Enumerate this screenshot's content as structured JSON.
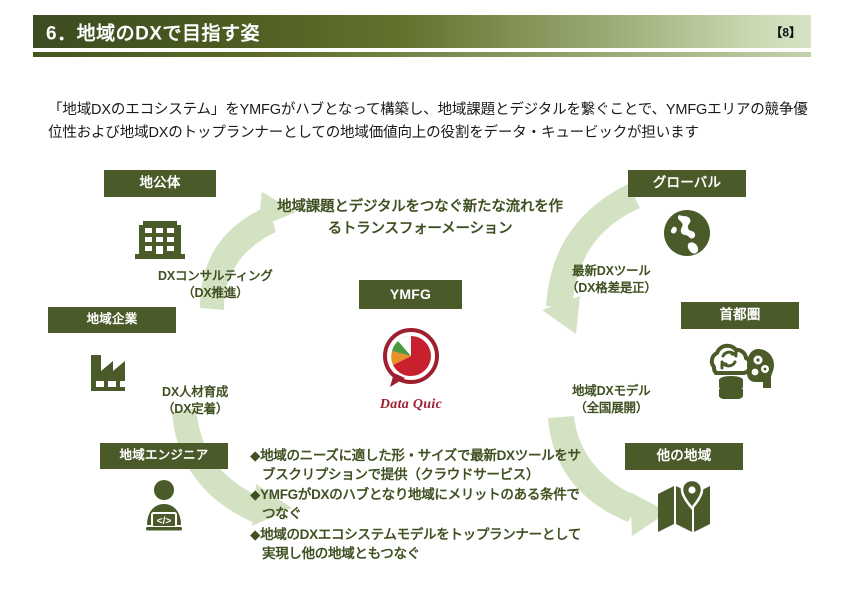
{
  "header": {
    "title": "6．地域のDXで目指す姿",
    "page_number": "【8】",
    "gradient_start": "#3d4c22",
    "gradient_end": "#d7e3c4"
  },
  "intro": {
    "text": "「地域DXのエコシステム」をYMFGがハブとなって構築し、地域課題とデジタルを繋ぐことで、YMFGエリアの競争優位性および地域DXのトップランナーとしての地域価値向上の役割をデータ・キュービックが担います"
  },
  "diagram": {
    "center_headline": "地域課題とデジタルをつなぐ新たな流れを作るトランスフォーメーション",
    "center": {
      "label": "YMFG",
      "logo_text": "Data Quic",
      "logo_color": "#9e1f2f"
    },
    "node_color": "#4a5a28",
    "arc_color": "#d4e2c4",
    "nodes": [
      {
        "id": "gov",
        "label": "地公体",
        "icon": "building-icon"
      },
      {
        "id": "company",
        "label": "地域企業",
        "icon": "factory-icon"
      },
      {
        "id": "engineer",
        "label": "地域エンジニア",
        "icon": "developer-icon"
      },
      {
        "id": "global",
        "label": "グローバル",
        "icon": "globe-icon"
      },
      {
        "id": "capital",
        "label": "首都圏",
        "icon": "cloud-database-brain-icon"
      },
      {
        "id": "other",
        "label": "他の地域",
        "icon": "map-pin-icon"
      }
    ],
    "arc_labels": [
      {
        "id": "consult",
        "line1": "DXコンサルティング",
        "line2": "（DX推進）"
      },
      {
        "id": "talent",
        "line1": "DX人材育成",
        "line2": "（DX定着）"
      },
      {
        "id": "tool",
        "line1": "最新DXツール",
        "line2": "（DX格差是正）"
      },
      {
        "id": "model",
        "line1": "地域DXモデル",
        "line2": "（全国展開）"
      }
    ],
    "bullets": [
      "◆地域のニーズに適した形・サイズで最新DXツールをサブスクリプションで提供（クラウドサービス）",
      "◆YMFGがDXのハブとなり地域にメリットのある条件でつなぐ",
      "◆地域のDXエコシステムモデルをトップランナーとして実現し他の地域ともつなぐ"
    ]
  }
}
